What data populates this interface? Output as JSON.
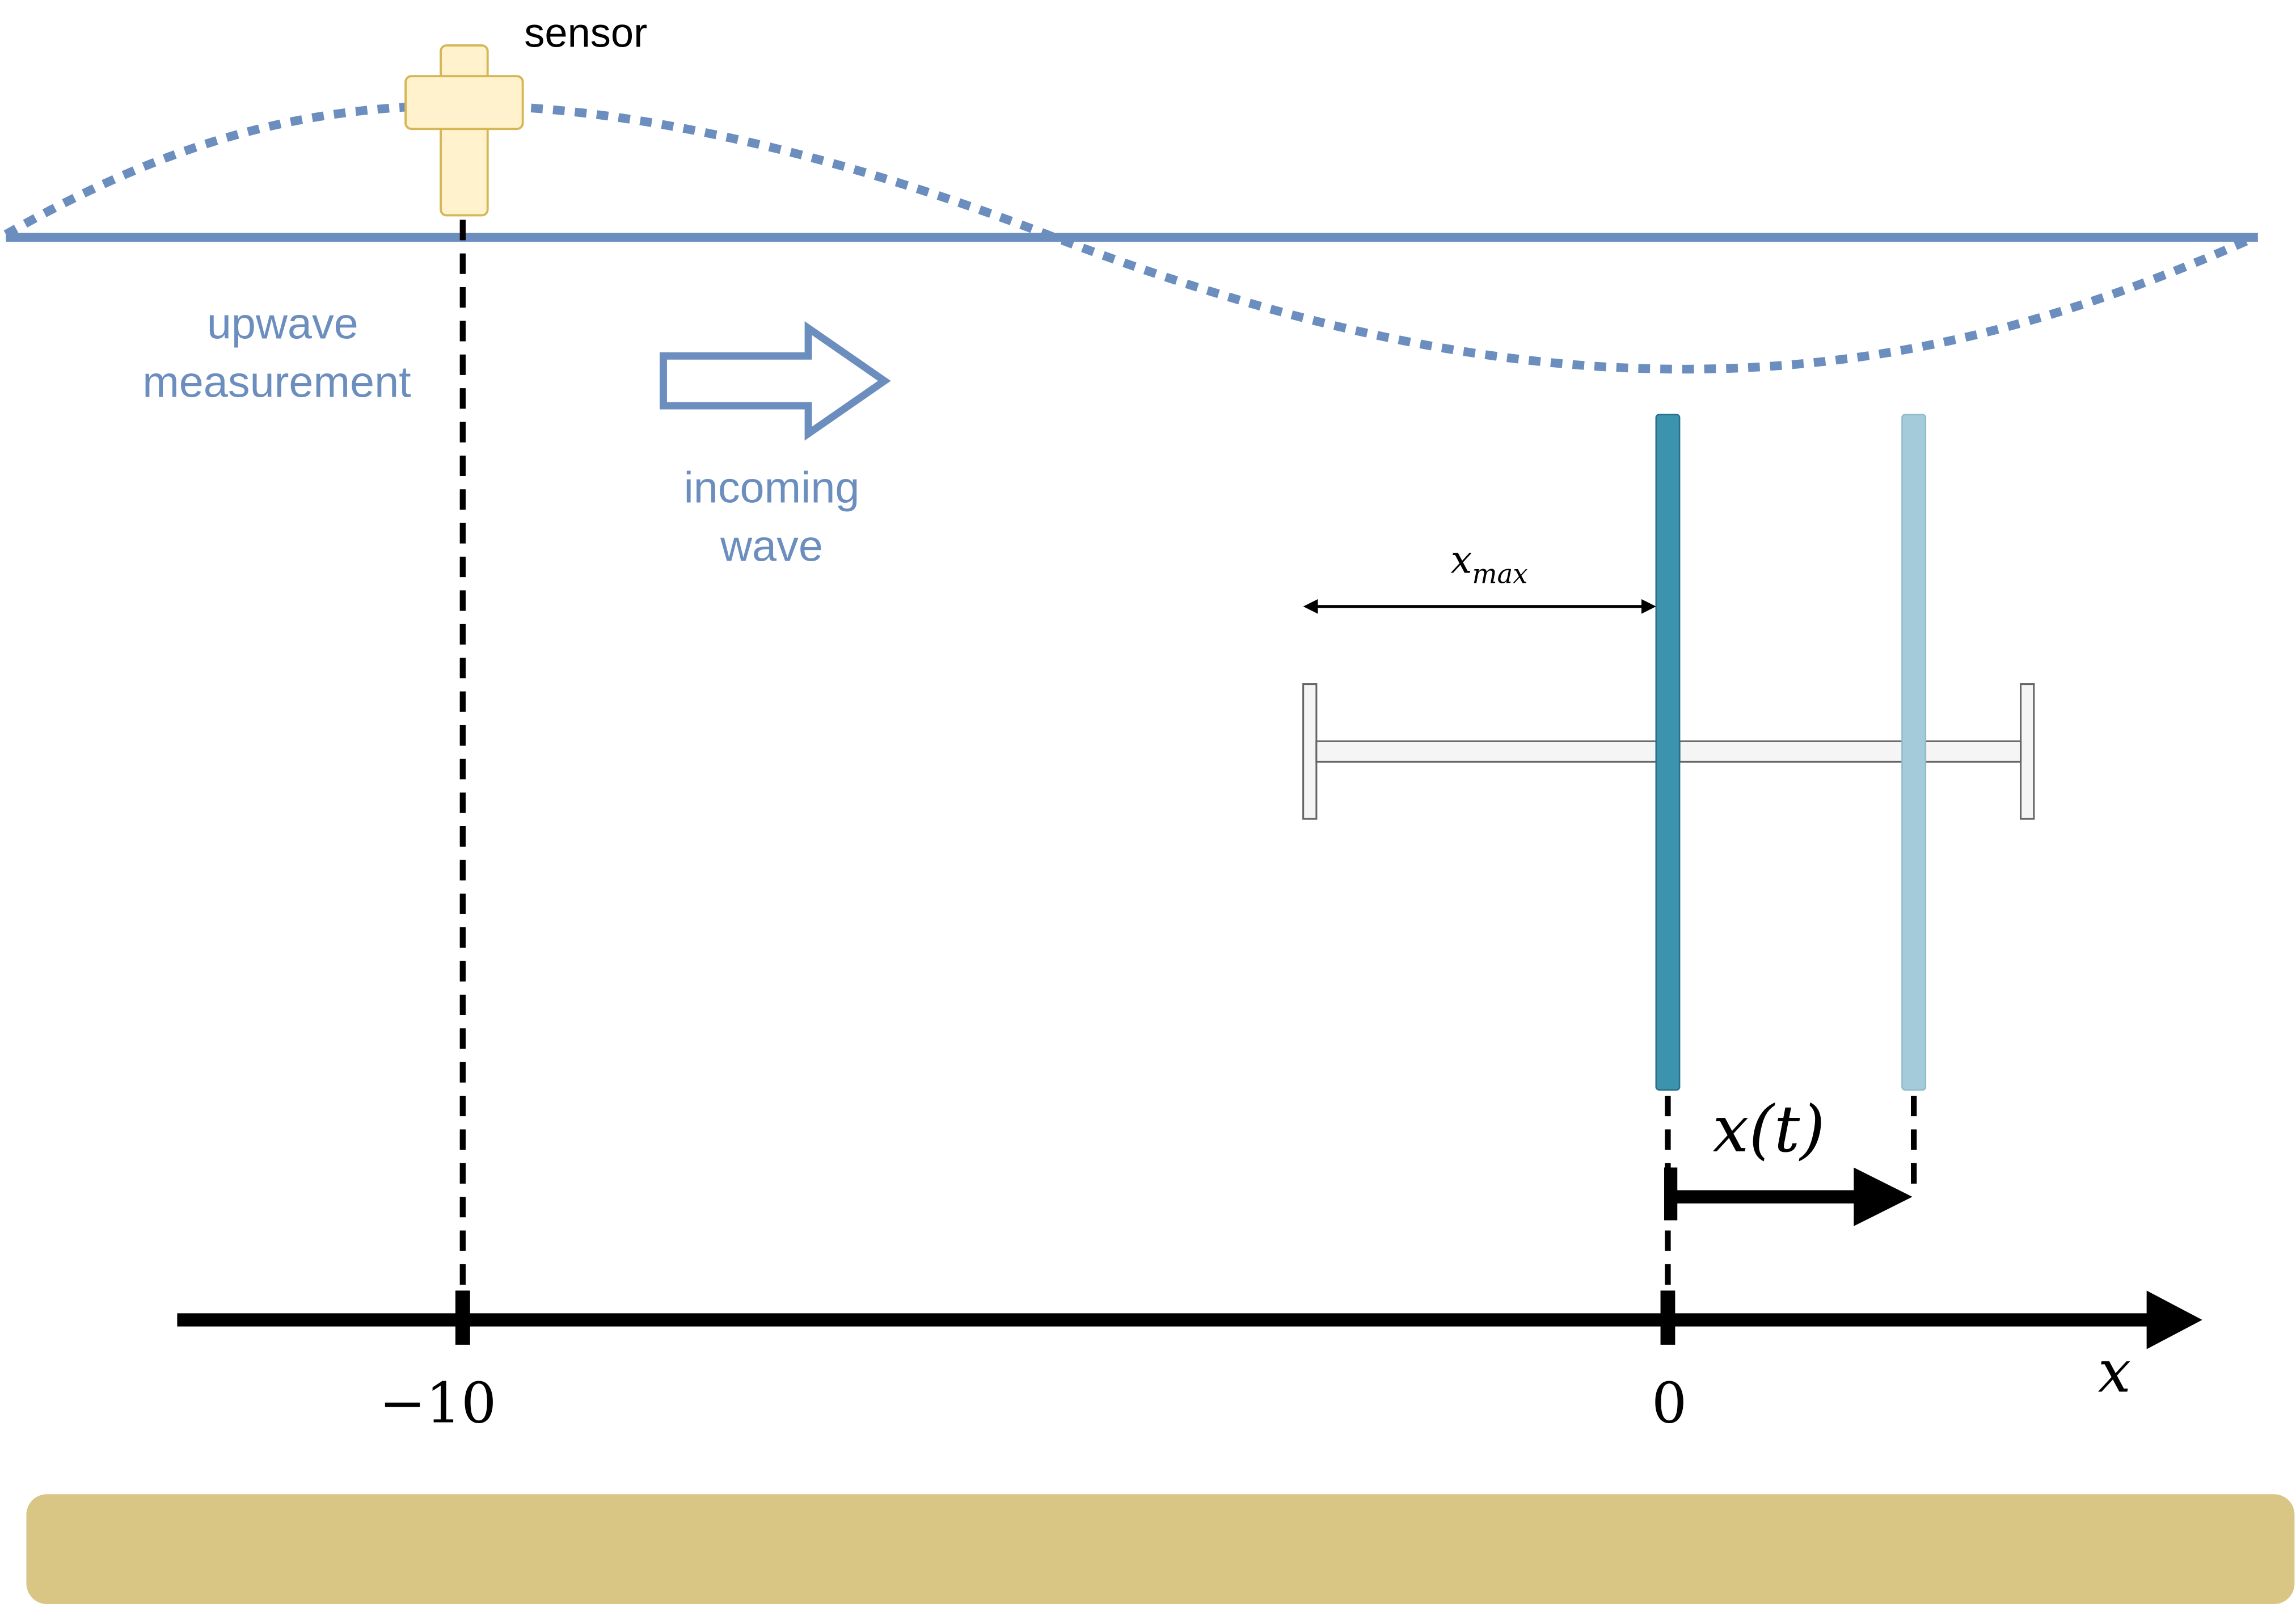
{
  "labels": {
    "sensor": "sensor",
    "upwave_line1": "upwave",
    "upwave_line2": "measurement",
    "incoming_line1": "incoming",
    "incoming_line2": "wave",
    "xmax_base": "x",
    "xmax_sub": "max",
    "displacement": "x(t)",
    "axis_label": "x"
  },
  "axis": {
    "ticks": [
      {
        "value": -10,
        "label": "−10"
      },
      {
        "value": 0,
        "label": "0"
      }
    ]
  },
  "colors": {
    "water": "#6c8ebf",
    "sensor_fill": "#fff2cc",
    "sensor_stroke": "#d6b656",
    "paddle": "#3b93ad",
    "paddle_stroke": "#2a7089",
    "paddle_ghost": "#a4cbd9",
    "rail_fill": "#f5f5f5",
    "rail_stroke": "#666666",
    "seabed": "#d9c584",
    "axis": "#000000"
  },
  "icons": {
    "arrow": "hollow-right-arrow",
    "sensor": "cross-sensor-icon"
  }
}
